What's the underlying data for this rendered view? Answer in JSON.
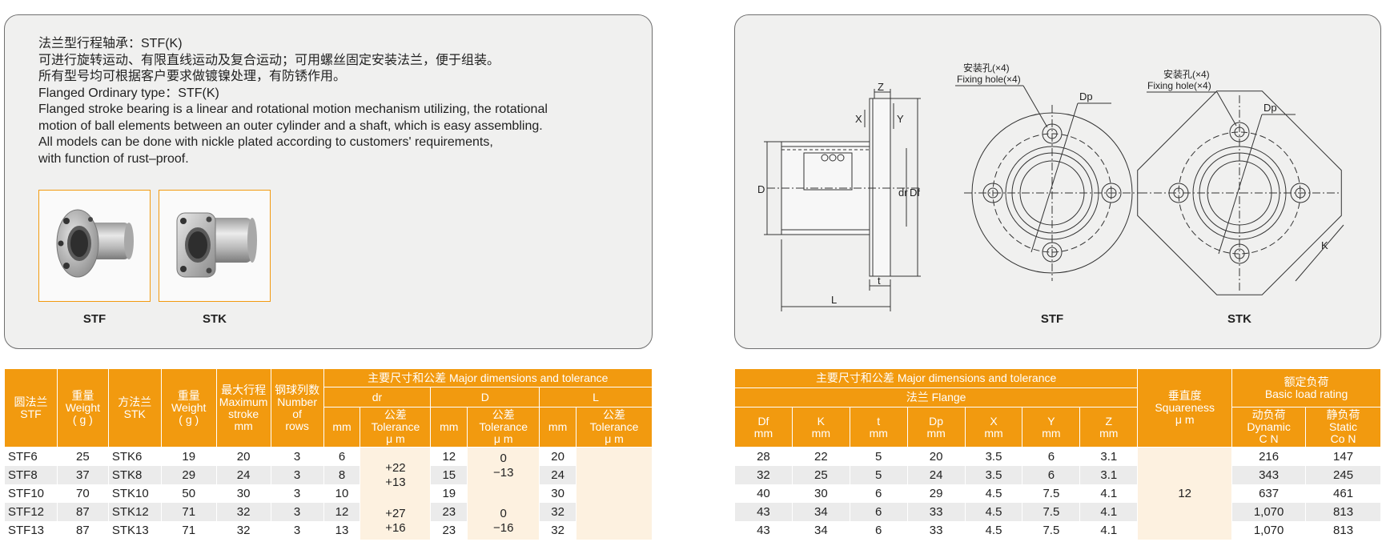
{
  "description": {
    "lines": [
      "法兰型行程轴承：STF(K)",
      "可进行旋转运动、有限直线运动及复合运动；可用螺丝固定安装法兰，便于组装。",
      "所有型号均可根据客户要求做镀镍处理，有防锈作用。",
      "Flanged Ordinary type：STF(K)",
      "Flanged stroke bearing is a linear and rotational motion mechanism utilizing, the rotational",
      "motion of ball elements between an outer cylinder and a shaft, which is easy assembling.",
      "All models can be done with nickle plated according to customers' requirements,",
      "with function of rust–proof."
    ]
  },
  "photos": [
    {
      "caption": "STF",
      "icon": "round-flange-bearing-photo"
    },
    {
      "caption": "STK",
      "icon": "square-flange-bearing-photo"
    }
  ],
  "drawing": {
    "labels": {
      "z": "Z",
      "x": "X",
      "y": "Y",
      "d": "D",
      "dr": "dr",
      "df": "Df",
      "t": "t",
      "l": "L",
      "dp1": "Dp",
      "dp2": "Dp",
      "k": "K",
      "hole1_cn": "安装孔(×4)",
      "hole1_en": "Fixing hole(×4)",
      "hole2_cn": "安装孔(×4)",
      "hole2_en": "Fixing hole(×4)"
    },
    "captions": {
      "stf": "STF",
      "stk": "STK"
    }
  },
  "left_table": {
    "headers": {
      "stf": "圆法兰\nSTF",
      "weight1": "重量\nWeight\n( g )",
      "stk": "方法兰\nSTK",
      "weight2": "重量\nWeight\n( g )",
      "stroke": "最大行程\nMaximum\nstroke\nmm",
      "rows": "钢球列数\nNumber\nof\nrows",
      "major": "主要尺寸和公差  Major dimensions and tolerance",
      "dr": "dr",
      "d": "D",
      "l": "L",
      "mm1": "mm",
      "tol1": "公差\nTolerance\nμ m",
      "mm2": "mm",
      "tol2": "公差\nTolerance\nμ m",
      "mm3": "mm",
      "tol3": "公差\nTolerance\nμ m"
    },
    "rows": [
      {
        "stf": "STF6",
        "w1": "25",
        "stk": "STK6",
        "w2": "19",
        "stroke": "20",
        "rows": "3",
        "dr": "6",
        "d": "12",
        "l": "20"
      },
      {
        "stf": "STF8",
        "w1": "37",
        "stk": "STK8",
        "w2": "29",
        "stroke": "24",
        "rows": "3",
        "dr": "8",
        "d": "15",
        "l": "24"
      },
      {
        "stf": "STF10",
        "w1": "70",
        "stk": "STK10",
        "w2": "50",
        "stroke": "30",
        "rows": "3",
        "dr": "10",
        "d": "19",
        "l": "30"
      },
      {
        "stf": "STF12",
        "w1": "87",
        "stk": "STK12",
        "w2": "71",
        "stroke": "32",
        "rows": "3",
        "dr": "12",
        "d": "23",
        "l": "32"
      },
      {
        "stf": "STF13",
        "w1": "87",
        "stk": "STK13",
        "w2": "71",
        "stroke": "32",
        "rows": "3",
        "dr": "13",
        "d": "23",
        "l": "32"
      }
    ],
    "tolerances": {
      "dr_a": "+22\n+13",
      "dr_b": "+27\n+16",
      "d_a": "0\n−13",
      "d_b": "0\n−16"
    }
  },
  "right_table": {
    "headers": {
      "major": "主要尺寸和公差  Major dimensions and tolerance",
      "flange": "法兰    Flange",
      "df": "Df\nmm",
      "k": "K\nmm",
      "t": "t\nmm",
      "dp": "Dp\nmm",
      "x": "X\nmm",
      "y": "Y\nmm",
      "z": "Z\nmm",
      "squareness": "垂直度\nSquareness\nμ m",
      "load": "额定负荷\nBasic load rating",
      "dynamic": "动负荷\nDynamic\nC N",
      "static": "静负荷\nStatic\nCo N"
    },
    "rows": [
      {
        "df": "28",
        "k": "22",
        "t": "5",
        "dp": "20",
        "x": "3.5",
        "y": "6",
        "z": "3.1",
        "dyn": "216",
        "sta": "147"
      },
      {
        "df": "32",
        "k": "25",
        "t": "5",
        "dp": "24",
        "x": "3.5",
        "y": "6",
        "z": "3.1",
        "dyn": "343",
        "sta": "245"
      },
      {
        "df": "40",
        "k": "30",
        "t": "6",
        "dp": "29",
        "x": "4.5",
        "y": "7.5",
        "z": "4.1",
        "dyn": "637",
        "sta": "461"
      },
      {
        "df": "43",
        "k": "34",
        "t": "6",
        "dp": "33",
        "x": "4.5",
        "y": "7.5",
        "z": "4.1",
        "dyn": "1,070",
        "sta": "813"
      },
      {
        "df": "43",
        "k": "34",
        "t": "6",
        "dp": "33",
        "x": "4.5",
        "y": "7.5",
        "z": "4.1",
        "dyn": "1,070",
        "sta": "813"
      }
    ],
    "squareness_value": "12"
  }
}
